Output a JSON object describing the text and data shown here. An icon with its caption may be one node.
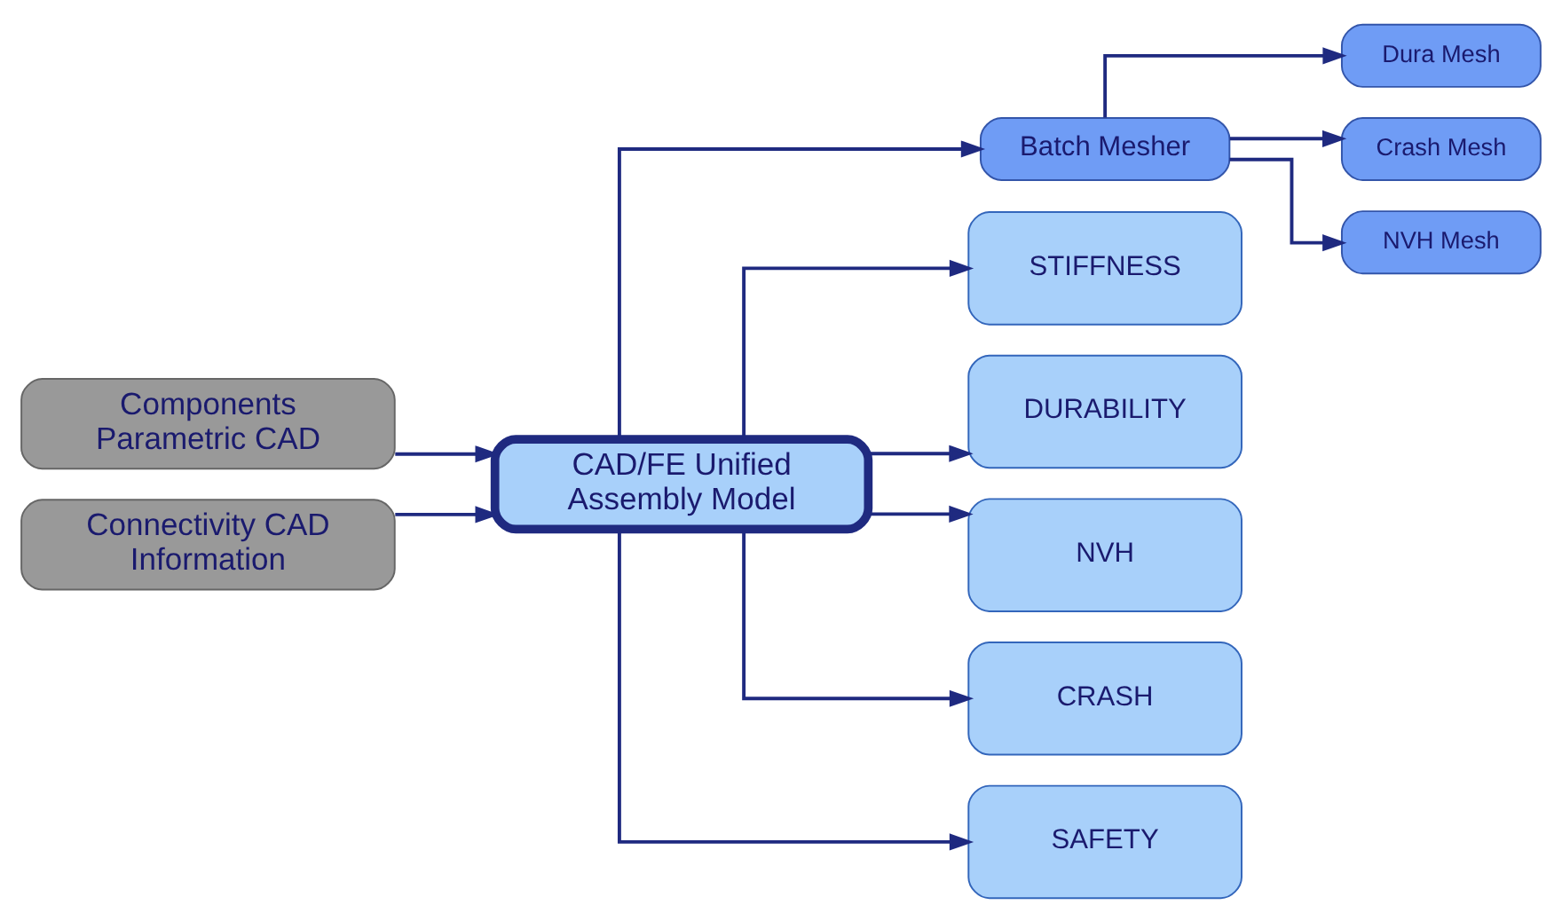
{
  "diagram": {
    "nodes": [
      {
        "text": [
          "Dura Mesh"
        ]
      },
      {
        "text": [
          "Crash Mesh"
        ]
      },
      {
        "text": [
          "NVH Mesh"
        ]
      },
      {
        "text": [
          "Components Parametric CAD"
        ]
      },
      {
        "text": [
          "Batch Mesher"
        ]
      },
      {
        "text": [
          "Connectivity CAD Information"
        ]
      },
      {
        "text": [
          "CAD/FE Unified Assembly Model"
        ]
      },
      {
        "text": [
          "STIFFNESS"
        ]
      },
      {
        "text": [
          "DURABILITY"
        ]
      },
      {
        "text": [
          "NVH"
        ]
      },
      {
        "text": [
          "CRASH"
        ]
      },
      {
        "text": [
          "SAFETY"
        ]
      }
    ],
    "edges": [
      {
        "from": 4,
        "to": 0,
        "arrow": "to"
      },
      {
        "from": 4,
        "to": 1,
        "arrow": "to"
      },
      {
        "from": 4,
        "to": 2,
        "arrow": "to"
      },
      {
        "from": 3,
        "to": 6,
        "arrow": "to"
      },
      {
        "from": 5,
        "to": 6,
        "arrow": "to"
      },
      {
        "from": 6,
        "to": 4,
        "arrow": "to"
      },
      {
        "from": 6,
        "to": 7,
        "arrow": "to"
      },
      {
        "from": 6,
        "to": 8,
        "arrow": "to"
      },
      {
        "from": 6,
        "to": 9,
        "arrow": "to"
      },
      {
        "from": 6,
        "to": 10,
        "arrow": "to"
      },
      {
        "from": 6,
        "to": 11,
        "arrow": "to"
      }
    ]
  }
}
